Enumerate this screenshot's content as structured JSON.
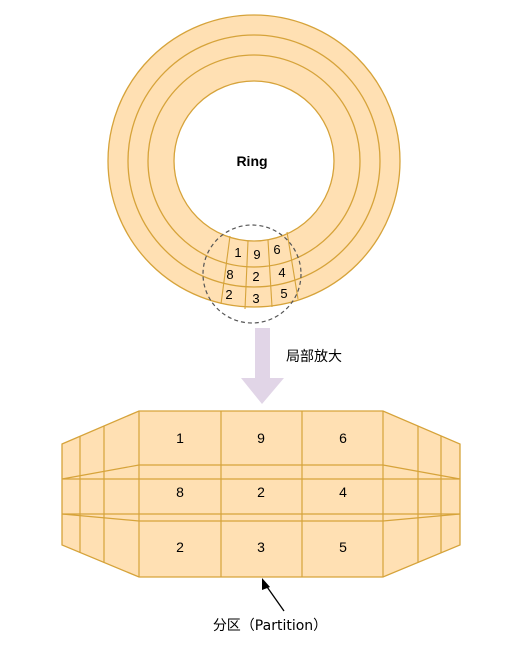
{
  "ring": {
    "label": "Ring",
    "sector_numbers": [
      "1",
      "9",
      "6",
      "8",
      "2",
      "4",
      "2",
      "3",
      "5"
    ]
  },
  "zoom_label": "局部放大",
  "grid": {
    "rows": [
      [
        "1",
        "9",
        "6"
      ],
      [
        "8",
        "2",
        "4"
      ],
      [
        "2",
        "3",
        "5"
      ]
    ]
  },
  "partition_label": "分区（Partition）",
  "colors": {
    "fill": "#ffe0b3",
    "stroke": "#d6a33a",
    "arrow": "#e1d5e7",
    "dashed": "#555555"
  }
}
